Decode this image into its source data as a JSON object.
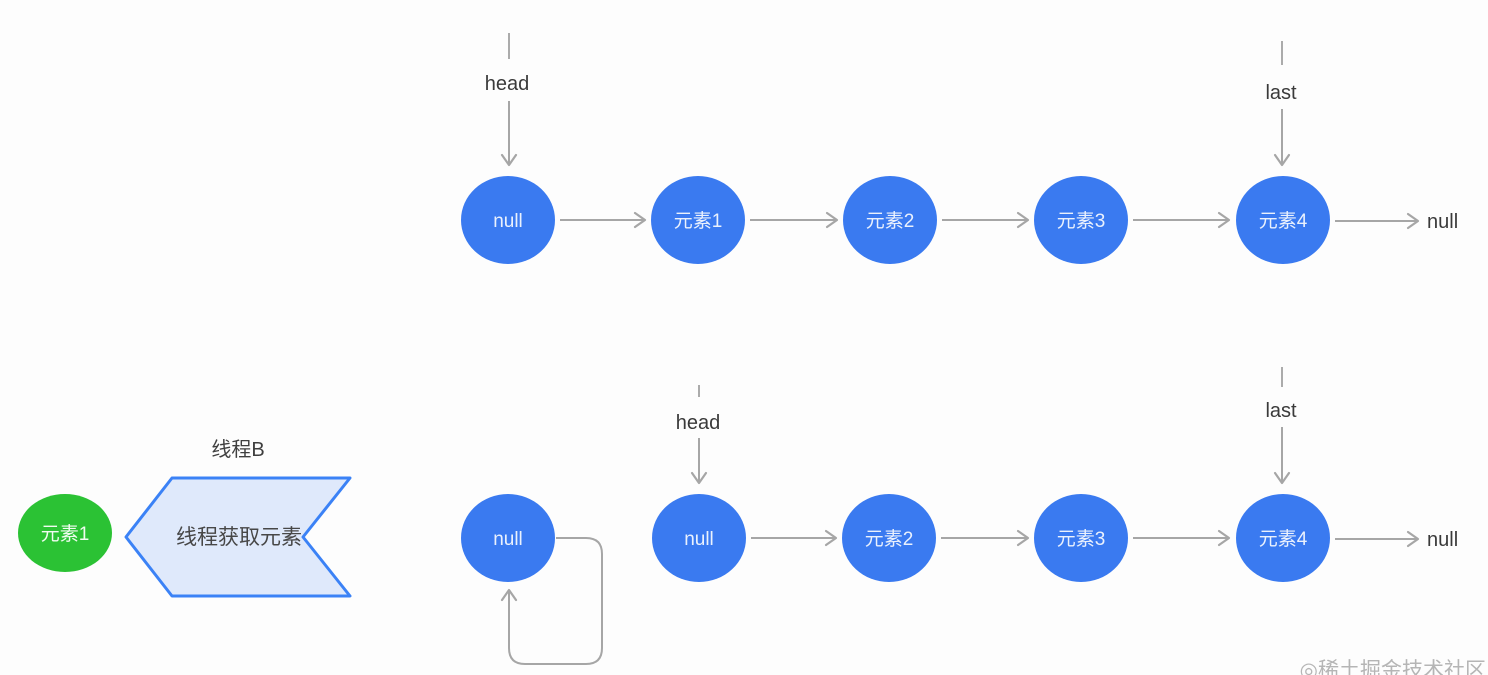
{
  "colors": {
    "node_blue": "#3a7af0",
    "node_green": "#2bc234",
    "node_text": "#eaf1fd",
    "line_gray": "#a6a6a6",
    "label_dark": "#3a3a3a",
    "chevron_fill": "#dfe9fb",
    "chevron_stroke": "#3b82f6",
    "watermark_gray": "#b5b5b5"
  },
  "top_list": {
    "head_label": "head",
    "last_label": "last",
    "nodes": [
      "null",
      "元素1",
      "元素2",
      "元素3",
      "元素4"
    ],
    "tail_label": "null"
  },
  "bottom_list": {
    "head_label": "head",
    "last_label": "last",
    "detached_node": "null",
    "nodes": [
      "元素2",
      "元素3",
      "元素4"
    ],
    "tail_label": "null"
  },
  "thread": {
    "title": "线程B",
    "action": "线程获取元素",
    "element": "元素1"
  },
  "watermark": "◎稀土掘金技术社区"
}
